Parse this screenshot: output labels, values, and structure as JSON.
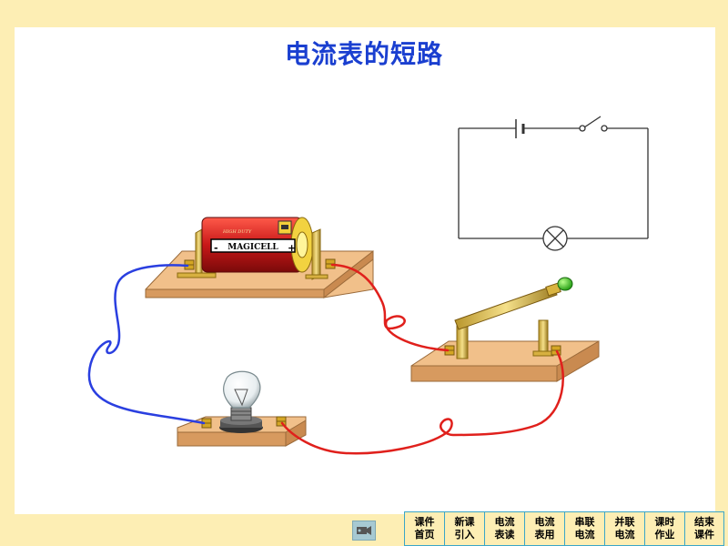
{
  "page": {
    "title": "电流表的短路"
  },
  "battery": {
    "brand": "MAGICELL",
    "top_text": "HIGH DUTY",
    "plus": "+",
    "minus": "-"
  },
  "nav": {
    "items": [
      {
        "line1": "课件",
        "line2": "首页"
      },
      {
        "line1": "新课",
        "line2": "引入"
      },
      {
        "line1": "电流",
        "line2": "表读"
      },
      {
        "line1": "电流",
        "line2": "表用"
      },
      {
        "line1": "串联",
        "line2": "电流"
      },
      {
        "line1": "并联",
        "line2": "电流"
      },
      {
        "line1": "课时",
        "line2": "作业"
      },
      {
        "line1": "结束",
        "line2": "课件"
      }
    ]
  },
  "colors": {
    "background": "#fdeeb4",
    "title": "#1a3fd0",
    "board": "#f1c08a",
    "wire_red": "#e0201c",
    "wire_blue": "#2a3fe0",
    "battery_red": "#c81818"
  },
  "icons": {
    "camera": "camera-icon",
    "lamp_symbol": "lamp-symbol-icon"
  }
}
